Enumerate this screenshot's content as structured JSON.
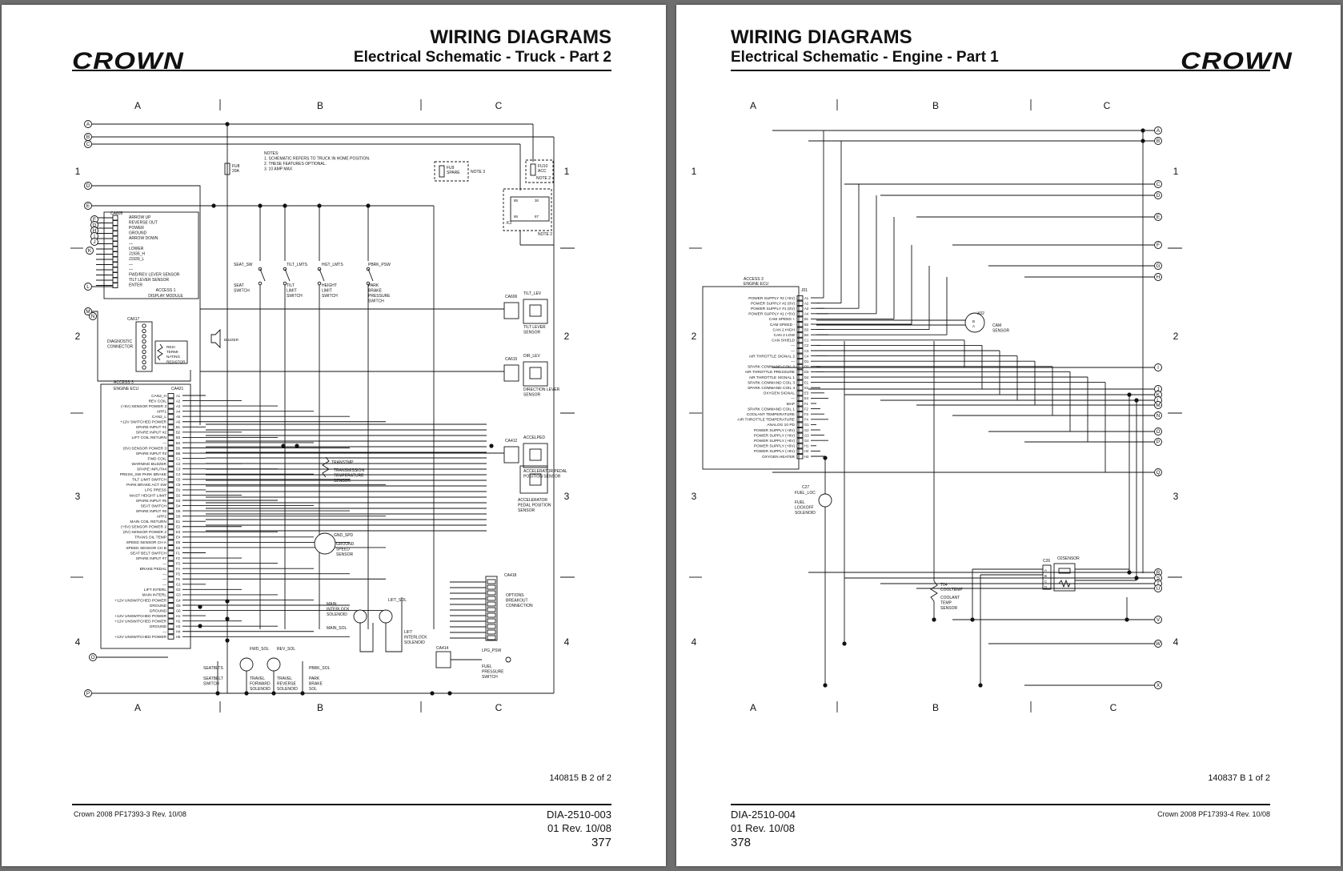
{
  "left_page": {
    "logo": "CROWN",
    "title": "WIRING DIAGRAMS",
    "subtitle": "Electrical Schematic - Truck - Part 2",
    "notes": [
      "NOTES:",
      "1. SCHEMATIC REFERS TO TRUCK IN HOME POSITION.",
      "2. THESE FEATURES OPTIONAL.",
      "3. 10 AMP MAX"
    ],
    "drawing_number": "140815 B 2 of 2",
    "footer_copyright": "Crown 2008 PF17393-3 Rev. 10/08",
    "footer_doc": "DIA-2510-003",
    "footer_rev": "01 Rev. 10/08",
    "page_number": "377",
    "col_labels": [
      "A",
      "B",
      "C"
    ],
    "row_labels": [
      "1",
      "2",
      "3",
      "4"
    ],
    "rail_labels": [
      "A",
      "B",
      "C",
      "D",
      "E",
      "F",
      "G",
      "H",
      "I",
      "J",
      "K",
      "L",
      "M",
      "N",
      "O",
      "P"
    ],
    "display_module": {
      "ref": "CA605",
      "name": "ACCESS 1",
      "desc": "DISPLAY MODULE",
      "pins": [
        "ARROW UP",
        "REVERSE OUT",
        "POWER",
        "GROUND",
        "ARROW DOWN",
        "—",
        "LOWER",
        "J1936_H",
        "J1939_L",
        "—",
        "—",
        "FWD/REV LEVER SENSOR",
        "TILT LEVER SENSOR",
        "ENTER"
      ]
    },
    "diag_connector": {
      "ref": "CA617",
      "name": "DIAGNOSTIC CONNECTOR",
      "resistor": "RESI TERMI NATING RESISTOR"
    },
    "ecu": {
      "ref": "CA421",
      "name": "ACCESS 3",
      "desc": "ENGINE ECU",
      "pins": [
        "CAN2_H",
        "REV COIL",
        "(+5V) SENSOR POWER 3",
        "APP1",
        "CAN2_L",
        "+12V SWITCHED POWER",
        "SPARE INPUT #1",
        "SPARE INPUT #2",
        "LIFT COIL RETURN",
        "—",
        "(0V) SENSOR POWER 3",
        "SPARE INPUT #3",
        "FWD COIL",
        "WARNING BUZZER",
        "SPARE INPUT#4",
        "PRESS_SW PARK BRAKE",
        "TILT LIMIT SWITCH",
        "PARK BRAKE ACT SW",
        "LPG PRESS",
        "MAST HEIGHT LIMIT",
        "SPARE INPUT #5",
        "SEAT SWITCH",
        "SPARE INPUT #6",
        "APP2",
        "MAIN COIL RETURN",
        "(+5V) SENSOR POWER 2",
        "(0V) SENSOR POWER 2",
        "TRANS OIL TEMP",
        "SPEED SENSOR CH A",
        "SPEED SENSOR CH B",
        "SEAT BELT SWITCH",
        "SPARE INPUT #7",
        "—",
        "BRAKE PEDAL",
        "—",
        "—",
        "—",
        "LIFT INTERL",
        "MAIN INTERL",
        "+12V UNSWITCHED POWER",
        "GROUND",
        "GROUND",
        "+12V UNSWITCHED POWER",
        "+12V UNSWITCHED POWER",
        "GROUND",
        "—",
        "+12V UNSWITCHED POWER"
      ],
      "codes": [
        "A1",
        "A2",
        "A3",
        "A4",
        "A5",
        "A6",
        "B1",
        "B2",
        "B3",
        "B4",
        "B5",
        "B6",
        "C1",
        "C2",
        "C3",
        "C4",
        "C5",
        "C6",
        "D1",
        "D2",
        "D3",
        "D4",
        "D5",
        "D6",
        "E1",
        "E2",
        "E3",
        "E4",
        "E5",
        "E6",
        "F1",
        "F2",
        "F3",
        "F4",
        "F5",
        "F6",
        "G1",
        "G2",
        "G3",
        "G4",
        "G5",
        "G6",
        "H1",
        "H2",
        "H3",
        "H4",
        "H5"
      ]
    },
    "fuses": [
      {
        "ref": "FU8",
        "rating": "20A"
      },
      {
        "ref": "FU9",
        "rating": "SPARE",
        "note": "NOTE 3"
      },
      {
        "ref": "FU10",
        "rating": "ACC",
        "note": "NOTE 2"
      }
    ],
    "relay": {
      "ref": "K3",
      "note": "NOTE 2",
      "pins": [
        "85",
        "30",
        "86",
        "87"
      ]
    },
    "switches": [
      {
        "ref": "SEAT_SW",
        "label": "SEAT SWITCH"
      },
      {
        "ref": "TILT_LMTS",
        "label": "TILT LIMIT SWITCH"
      },
      {
        "ref": "HGT_LMTS",
        "label": "HEIGHT LIMIT SWITCH"
      },
      {
        "ref": "PBRK_PSW",
        "label": "PARK BRAKE PRESSURE SWITCH"
      }
    ],
    "buzzer": "BUZZER",
    "sensors": [
      {
        "ref": "CA606",
        "name": "TILT_LEV",
        "label": "TILT LEVER SENSOR"
      },
      {
        "ref": "CA615",
        "name": "DIR_LEV",
        "label": "DIRECTION LEVER SENSOR"
      },
      {
        "ref": "CA412",
        "name": "ACCELPED",
        "label": "ACCELERATOR PEDAL POSITION SENSOR"
      }
    ],
    "transtemp": {
      "ref": "TRANSTMP",
      "label": "TRANSMISSION TEMPERATURE SENSOR"
    },
    "gnd_spd": {
      "ref": "GND_SPD",
      "label": "GROUND SPEED SENSOR"
    },
    "options": {
      "ref": "CA418",
      "label": "OPTIONS BREAKOUT CONNECTION"
    },
    "main_sol": {
      "ref": "MAIN_SOL",
      "label": "MAIN INTERLOCK SOLENOID"
    },
    "lift_sol": {
      "ref": "LIFT_SOL",
      "label": "LIFT INTERLOCK SOLENOID"
    },
    "lpg": {
      "ref": "CA414",
      "sw": "LPG_PSW",
      "label": "FUEL PRESSURE SWITCH"
    },
    "seatblts": {
      "ref": "SEATBLTS",
      "label": "SEATBELT SWITCH"
    },
    "fwd_sol": {
      "ref": "FWD_SOL",
      "label": "TRAVEL FORWARD SOLENOID"
    },
    "rev_sol": {
      "ref": "REV_SOL",
      "label": "TRAVEL REVERSE SOLENOID"
    },
    "pbrk_sol": {
      "ref": "PBRK_SOL",
      "label": "PARK BRAKE SOL"
    }
  },
  "right_page": {
    "logo": "CROWN",
    "title": "WIRING DIAGRAMS",
    "subtitle": "Electrical Schematic - Engine - Part 1",
    "drawing_number": "140837 B 1 of 2",
    "footer_copyright": "Crown 2008 PF17393-4 Rev. 10/08",
    "footer_doc": "DIA-2510-004",
    "footer_rev": "01 Rev. 10/08",
    "page_number": "378",
    "col_labels": [
      "A",
      "B",
      "C"
    ],
    "row_labels": [
      "1",
      "2",
      "3",
      "4"
    ],
    "ecu": {
      "ref": "J01",
      "name": "ACCESS 3",
      "desc": "ENGINE ECU",
      "pins": [
        "POWER SUPPLY #2 (+5V)",
        "POWER SUPPLY #2 (0V)",
        "POWER SUPPLY #1 (0V)",
        "POWER SUPPLY #1 (+5V)",
        "CAM SPEED +",
        "CAM SPEED -",
        "CAN 2 HIGH",
        "CAN 2 LOW",
        "CAN SHIELD",
        "—",
        "—",
        "AIR THROTTLE SIGNAL 2",
        "—",
        "SPARK COMMAND COIL 2",
        "AIR THROTTLE PRESSURE",
        "AIR THROTTLE SIGNAL 1",
        "SPARK COMMAND COIL 3",
        "SPARK COMMAND COIL 4",
        "OXYGEN SIGNAL",
        "—",
        "MAP",
        "SPARK COMMAND COIL 1",
        "COOLANT TEMPERATURE",
        "AIR THROTTLE TEMPERATURE",
        "ANALOG 10 PD",
        "POWER SUPPLY (+8V)",
        "POWER SUPPLY (+8V)",
        "POWER SUPPLY (+8V)",
        "POWER SUPPLY (+8V)",
        "POWER SUPPLY (+8V)",
        "OXYGEN HEATER"
      ],
      "codes": [
        "A1",
        "A2",
        "A3",
        "A4",
        "B1",
        "B2",
        "B3",
        "B4",
        "C1",
        "C2",
        "C3",
        "C4",
        "D1",
        "D2",
        "D3",
        "D4",
        "E1",
        "E2",
        "E3",
        "E4",
        "F1",
        "F2",
        "F3",
        "F4",
        "G1",
        "G2",
        "G3",
        "G4",
        "H1",
        "H2",
        "H3"
      ]
    },
    "cam": {
      "ref": "X02",
      "label": "CAM SENSOR",
      "pins": [
        "B",
        "A"
      ]
    },
    "fuel": {
      "ref": "C27",
      "name": "FUEL_LOC",
      "label": "FUEL LOCKOFF SOLENOID"
    },
    "coolant": {
      "ref": "T04",
      "name": "COOLTEMP",
      "label": "COOLANT TEMP SENSOR"
    },
    "o2": {
      "ref": "C26",
      "name": "O2SENSOR",
      "pins": [
        "A",
        "B",
        "C",
        "D"
      ]
    },
    "rail_labels": [
      "A",
      "B",
      "C",
      "D",
      "E",
      "F",
      "G",
      "H",
      "I",
      "J",
      "K",
      "L",
      "M",
      "N",
      "O",
      "P",
      "Q",
      "R",
      "S",
      "T",
      "U",
      "V",
      "W",
      "X"
    ]
  }
}
